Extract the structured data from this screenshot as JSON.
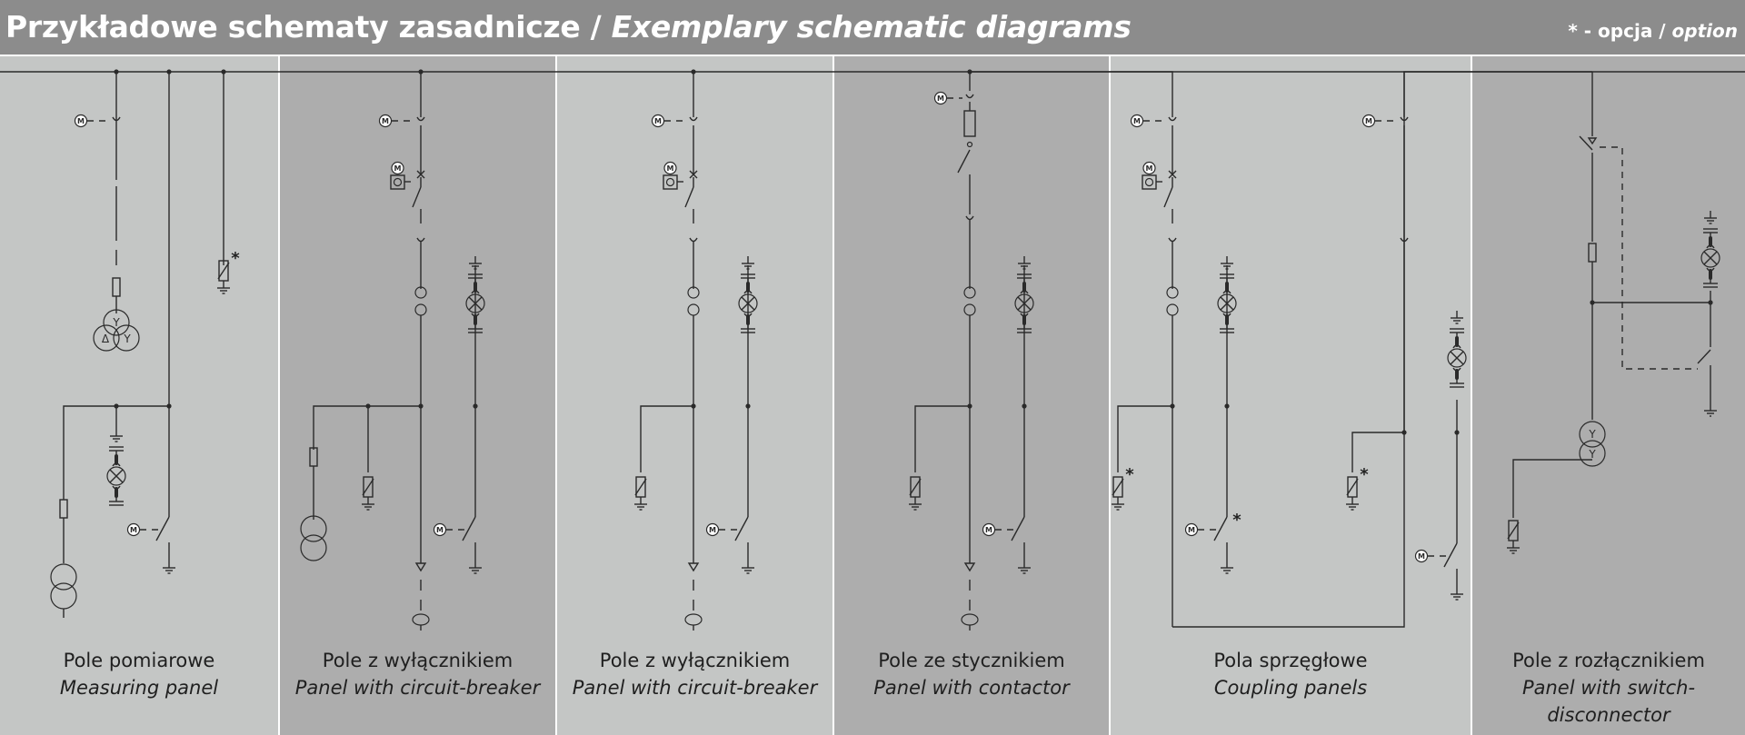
{
  "header": {
    "title_pl": "Przykładowe schematy zasadnicze",
    "title_sep": " / ",
    "title_en": "Exemplary schematic diagrams",
    "legend_mark": "* - opcja / ",
    "legend_en": "option"
  },
  "panels": [
    {
      "pl": "Pole pomiarowe",
      "en": "Measuring panel"
    },
    {
      "pl": "Pole z wyłącznikiem",
      "en": "Panel with circuit-breaker"
    },
    {
      "pl": "Pole z wyłącznikiem",
      "en": "Panel with circuit-breaker"
    },
    {
      "pl": "Pole ze stycznikiem",
      "en": "Panel with contactor"
    },
    {
      "pl": "Pola sprzęgłowe",
      "en": "Coupling panels"
    },
    {
      "pl": "Pole z rozłącznikiem",
      "en": "Panel with switch-disconnector"
    }
  ],
  "symbols": {
    "motor_letter": "M",
    "option_mark": "*",
    "winding_star": "Y",
    "winding_delta": "Δ"
  },
  "colors": {
    "header_bg": "#8c8c8c",
    "panel_light": "#c4c6c5",
    "panel_dark": "#adadad",
    "line": "#2a2a2a"
  }
}
